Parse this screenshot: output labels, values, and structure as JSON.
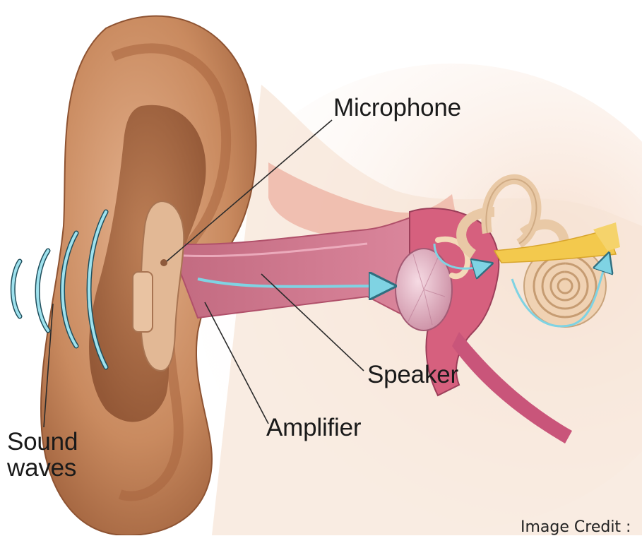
{
  "labels": {
    "microphone": "Microphone",
    "speaker": "Speaker",
    "amplifier": "Amplifier",
    "sound_waves_line1": "Sound",
    "sound_waves_line2": "waves"
  },
  "credit": "Image Credit :",
  "colors": {
    "skin": "#c9885c",
    "skin_dark": "#9b5a36",
    "canal": "#d87592",
    "canal_light": "#f1b0c2",
    "bone": "#f4d9b8",
    "waves": "#7fd3e3",
    "nerve": "#f3c94d",
    "leader": "#2b2b2b"
  }
}
